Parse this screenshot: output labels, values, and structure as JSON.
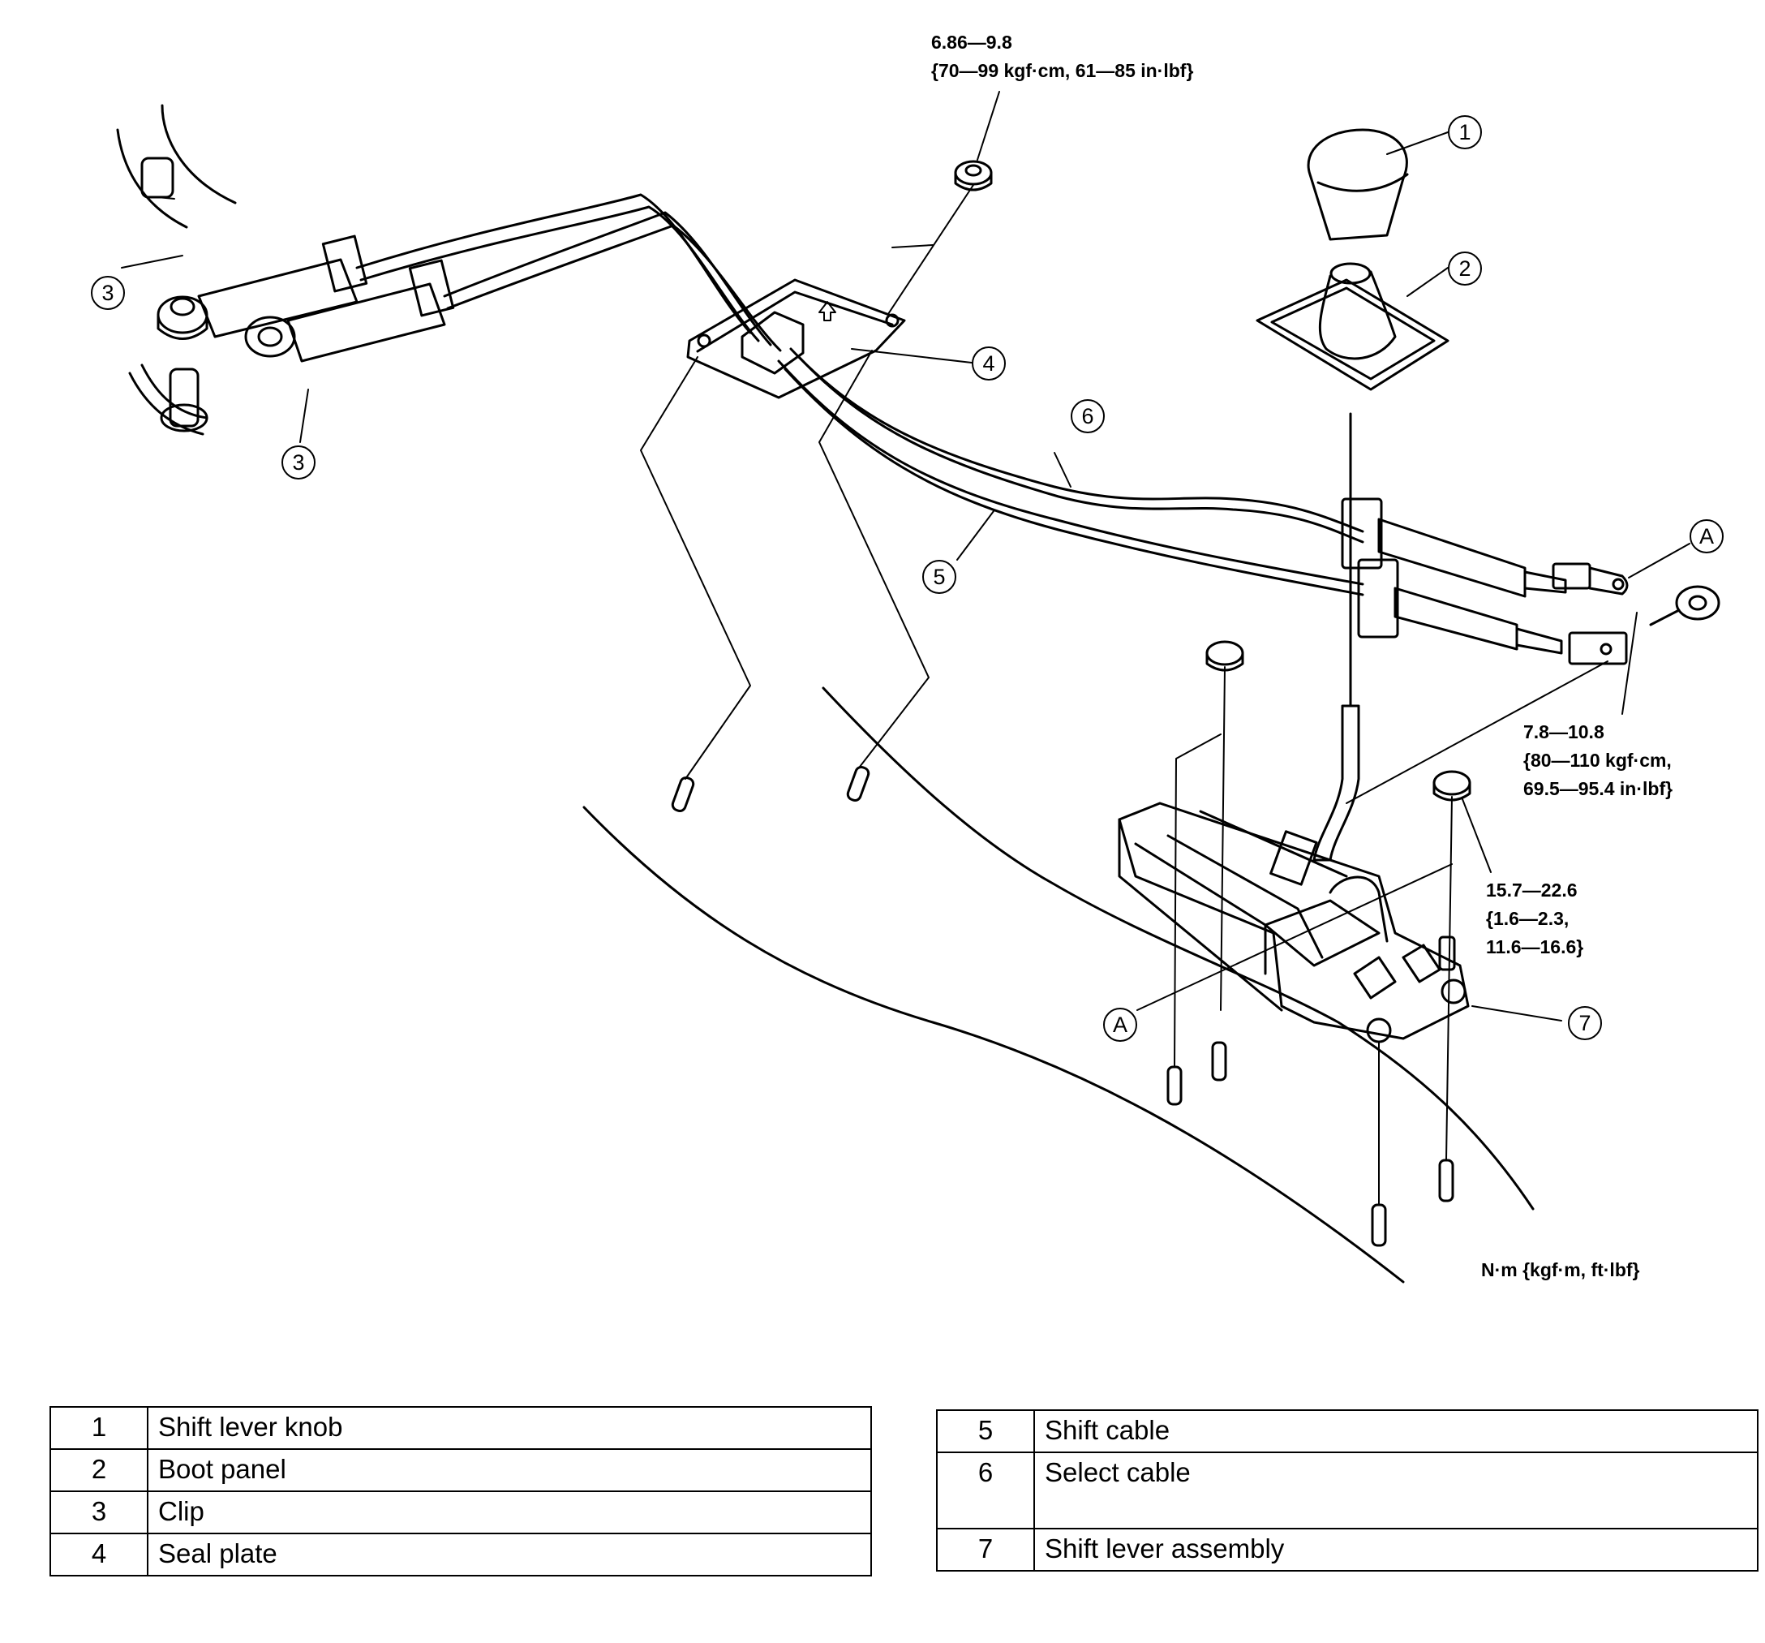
{
  "torque_specs": {
    "upper_nut": {
      "line1": "6.86—9.8",
      "line2": "{70—99 kgf·cm, 61—85 in·lbf}"
    },
    "cable_end_nut": {
      "line1": "7.8—10.8",
      "line2": "{80—110 kgf·cm,",
      "line3": "69.5—95.4 in·lbf}"
    },
    "lever_nut": {
      "line1": "15.7—22.6",
      "line2": "{1.6—2.3,",
      "line3": "11.6—16.6}"
    },
    "unit_note": "N·m {kgf·m,  ft·lbf}"
  },
  "callouts": {
    "c1": "1",
    "c2": "2",
    "c3a": "3",
    "c3b": "3",
    "c4": "4",
    "c5": "5",
    "c6": "6",
    "c7": "7",
    "ca1": "A",
    "ca2": "A"
  },
  "legend_left": [
    {
      "no": "1",
      "name": "Shift lever knob"
    },
    {
      "no": "2",
      "name": "Boot panel"
    },
    {
      "no": "3",
      "name": "Clip"
    },
    {
      "no": "4",
      "name": "Seal plate"
    }
  ],
  "legend_right": [
    {
      "no": "5",
      "name": "Shift cable"
    },
    {
      "no": "6",
      "name": "Select cable"
    },
    {
      "no": "7",
      "name": "Shift lever assembly"
    }
  ]
}
